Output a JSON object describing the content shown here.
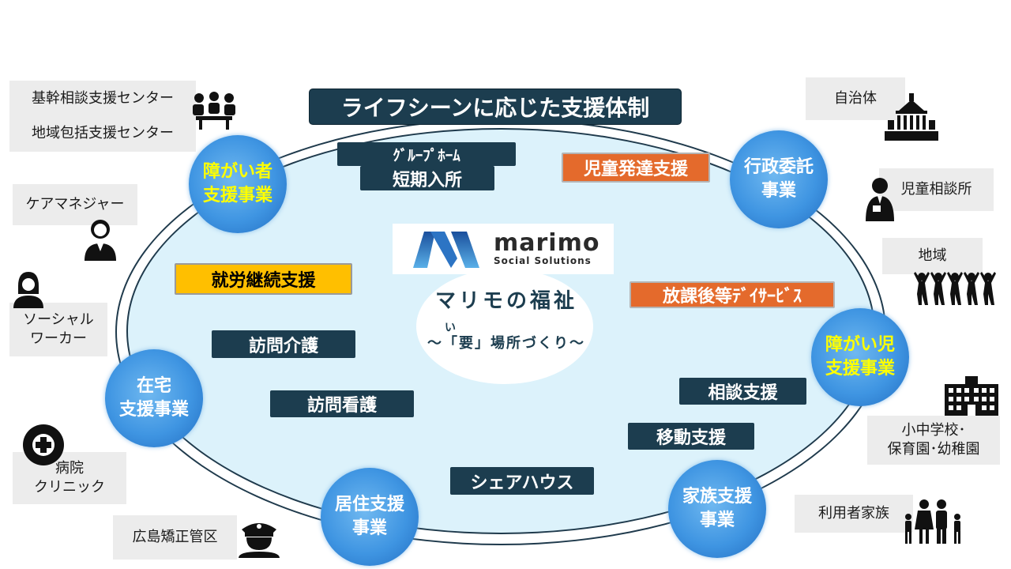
{
  "title": "ライフシーンに応じた支援体制",
  "brand": {
    "name": "marimo",
    "tagline": "Social Solutions",
    "service_name": "マリモの福祉",
    "slogan_ruby": "い",
    "slogan": "～「要」場所づくり～"
  },
  "services": {
    "group_home": "ｸﾞﾙｰﾌﾟﾎｰﾑ",
    "short_stay": "短期入所",
    "child_development": "児童発達支援",
    "employment_support": "就労継続支援",
    "after_school": "放課後等ﾃﾞｲｻｰﾋﾞｽ",
    "home_care": "訪問介護",
    "home_nursing": "訪問看護",
    "consultation": "相談支援",
    "mobility": "移動支援",
    "share_house": "シェアハウス"
  },
  "businesses": {
    "disability": [
      "障がい者",
      "支援事業"
    ],
    "administrative": [
      "行政委託",
      "事業"
    ],
    "child_disability": [
      "障がい児",
      "支援事業"
    ],
    "home_support": [
      "在宅",
      "支援事業"
    ],
    "residential": [
      "居住支援",
      "事業"
    ],
    "family": [
      "家族支援",
      "事業"
    ]
  },
  "partners": {
    "basic_consult": "基幹相談支援センター",
    "community_center": "地域包括支援センター",
    "care_manager": "ケアマネジャー",
    "social_worker": [
      "ソーシャル",
      "ワーカー"
    ],
    "hospital": [
      "病院",
      "クリニック"
    ],
    "correction": "広島矯正管区",
    "municipality": "自治体",
    "child_consult": "児童相談所",
    "community": "地域",
    "schools": [
      "小中学校･",
      "保育園･幼稚園"
    ],
    "families": "利用者家族"
  },
  "colors": {
    "navy": "#1c3d4f",
    "orange": "#e46a2c",
    "yellow": "#ffbf00",
    "circle_blue": "#3f95e2",
    "ellipse_fill": "#dcf2fb"
  }
}
